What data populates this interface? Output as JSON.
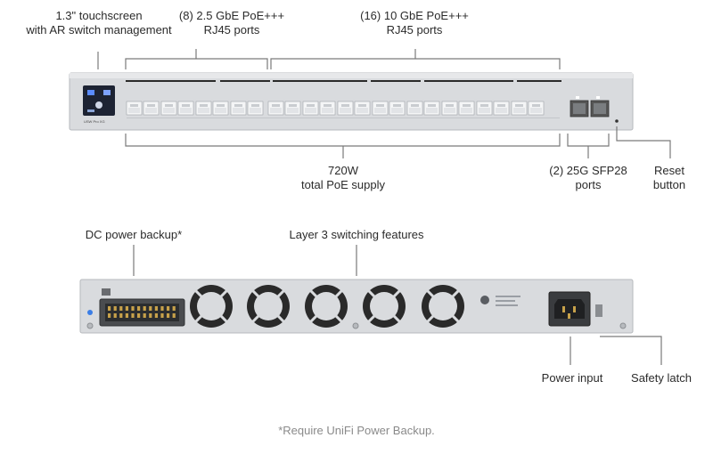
{
  "front_labels": {
    "touchscreen": [
      "1.3\" touchscreen",
      "with AR switch management"
    ],
    "ports_25g": [
      "(8) 2.5 GbE PoE+++",
      "RJ45 ports"
    ],
    "ports_10g": [
      "(16) 10 GbE PoE+++",
      "RJ45 ports"
    ],
    "poe_supply": [
      "720W",
      "total PoE supply"
    ],
    "sfp28": [
      "(2) 25G SFP28",
      "ports"
    ],
    "reset": [
      "Reset",
      "button"
    ]
  },
  "rear_labels": {
    "dc_backup": "DC power backup*",
    "layer3": "Layer 3 switching features",
    "power_input": "Power input",
    "safety_latch": "Safety latch"
  },
  "footnote": "*Require UniFi Power Backup.",
  "device": {
    "model_text": "USW Pro XG"
  },
  "colors": {
    "chassis": "#d7d9dc",
    "chassis_dark": "#bfc2c6",
    "line": "#7a7a7a",
    "screen": "#1d2333",
    "fan": "#2a2a2a"
  }
}
